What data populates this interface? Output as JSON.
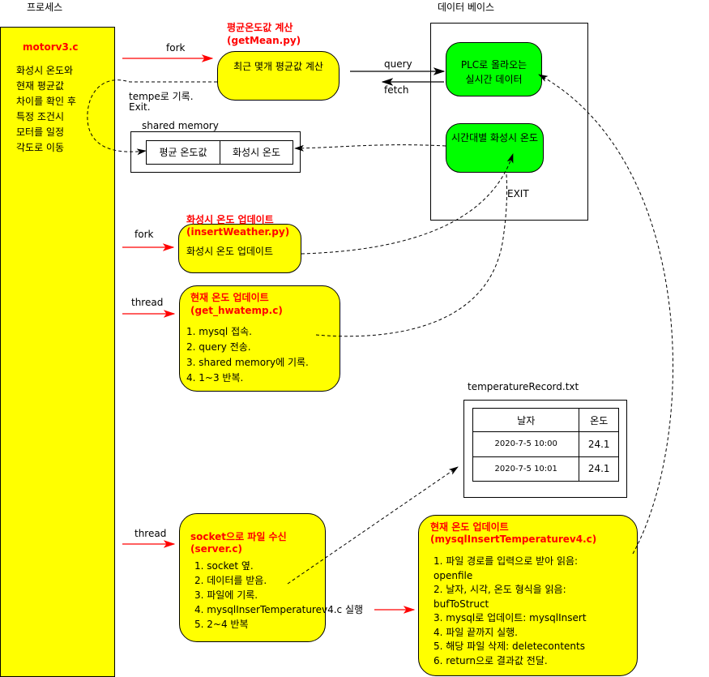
{
  "labels": {
    "process": "프로세스",
    "database": "데이터 베이스",
    "shared_memory": "shared memory",
    "record_file": "temperatureRecord.txt",
    "exit": "EXIT",
    "tempe": "tempe로 기록.",
    "exit2": "Exit."
  },
  "arrows": {
    "fork1": "fork",
    "fork2": "fork",
    "thread1": "thread",
    "thread2": "thread",
    "query": "query",
    "fetch": "fetch"
  },
  "motor": {
    "title": "motorv3.c",
    "lines": [
      "화성시 온도와",
      "현재 평균값",
      "차이를 확인 후",
      "특정 조건시",
      "모터를 일정",
      "각도로 이동"
    ]
  },
  "getmean": {
    "title": "평균온도값 계산",
    "file": "(getMean.py)",
    "body": "최근 몇개 평균값 계산"
  },
  "db": {
    "plc": [
      "PLC로 올라오는",
      "실시간 데이터"
    ],
    "hourly": "시간대별 화성시 온도"
  },
  "shm": {
    "cell1": "평균 온도값",
    "cell2": "화성시 온도"
  },
  "weather": {
    "title": "화성시 온도 업데이트",
    "file": "(insertWeather.py)",
    "body": "화성시 온도 업데이트"
  },
  "hwatemp": {
    "title": "현재 온도 업데이트",
    "file": "(get_hwatemp.c)",
    "lines": [
      "1. mysql 접속.",
      "2. query 전송.",
      "3. shared memory에 기록.",
      "4. 1~3 반복."
    ]
  },
  "table": {
    "headers": [
      "날자",
      "온도"
    ],
    "rows": [
      [
        "2020-7-5 10:00",
        "24.1"
      ],
      [
        "2020-7-5 10:01",
        "24.1"
      ]
    ]
  },
  "server": {
    "title": "socket으로 파일 수신",
    "file": "(server.c)",
    "lines": [
      "1. socket 옆.",
      "2. 데이터를 받음.",
      "3. 파일에 기록.",
      "4. mysqlInserTemperaturev4.c 실행",
      "5. 2~4 반복"
    ]
  },
  "mysql": {
    "title": "현재 온도 업데이트",
    "file": "(mysqlInsertTemperaturev4.c)",
    "lines": [
      "1. 파일 경로를 입력으로 받아 읽음:",
      "openfile",
      "2. 날자, 시각, 온도 형식을 읽음:",
      "bufToStruct",
      "3. mysql로 업데이트: mysqlInsert",
      "4. 파일 끝까지 실행.",
      "5. 해당 파일 삭제: deletecontents",
      "6. return으로 결과값 전달."
    ]
  }
}
